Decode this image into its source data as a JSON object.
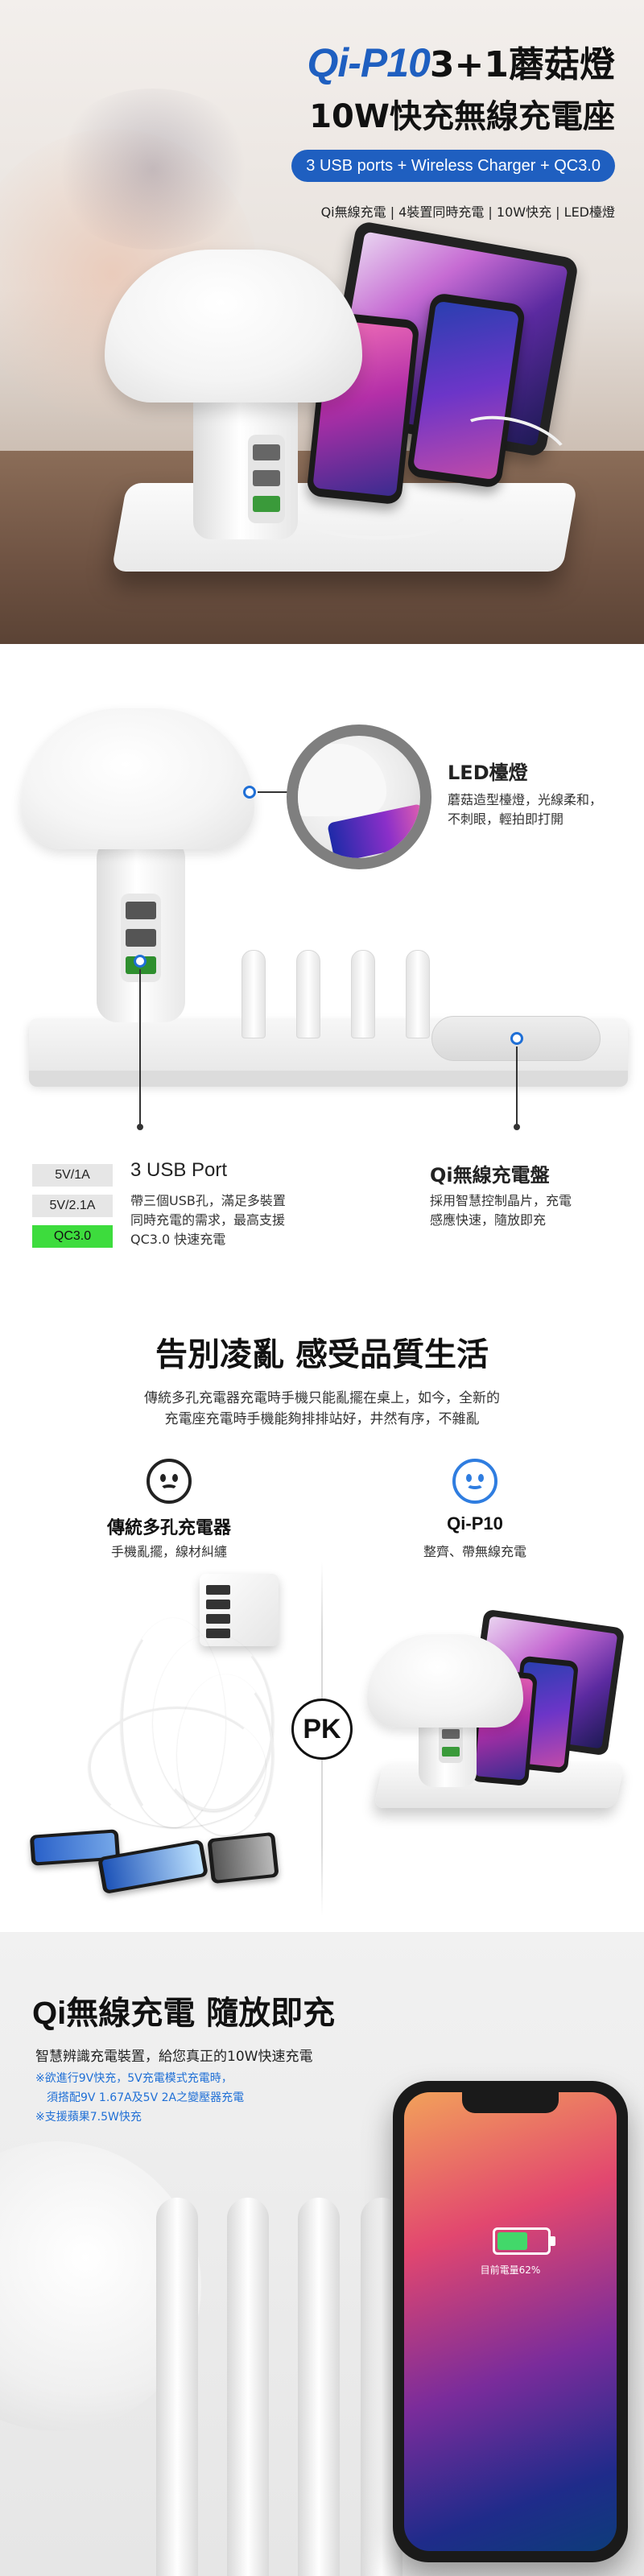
{
  "hero": {
    "brand": "Qi-P10",
    "title_suffix": "3+1蘑菇燈",
    "title_line2": "10W快充無線充電座",
    "pill": "3 USB ports + Wireless Charger + QC3.0",
    "features": "Qi無線充電 | 4裝置同時充電 | 10W快充 | LED檯燈"
  },
  "diagram": {
    "led": {
      "title": "LED檯燈",
      "text_line1": "蘑菇造型檯燈，光線柔和，",
      "text_line2": "不刺眼，輕拍即打開"
    },
    "usb": {
      "title": "3 USB Port",
      "text_line1": "帶三個USB孔，滿足多裝置",
      "text_line2": "同時充電的需求，最高支援",
      "text_line3": "QC3.0 快速充電"
    },
    "qi": {
      "title": "Qi無線充電盤",
      "text_line1": "採用智慧控制晶片，充電",
      "text_line2": "感應快速，隨放即充"
    },
    "specs": [
      "5V/1A",
      "5V/2.1A",
      "QC3.0"
    ]
  },
  "compare": {
    "title": "告別凌亂 感受品質生活",
    "sub_line1": "傳統多孔充電器充電時手機只能亂擺在桌上，如今，全新的",
    "sub_line2": "充電座充電時手機能夠排排站好，井然有序，不雜亂",
    "left_title": "傳統多孔充電器",
    "left_sub": "手機亂擺，線材糾纏",
    "right_title": "Qi-P10",
    "right_sub": "整齊、帶無線充電",
    "pk": "PK"
  },
  "wireless": {
    "title_qi": "Qi",
    "title_rest": "無線充電 隨放即充",
    "sub": "智慧辨識充電裝置，給您真正的10W快速充電",
    "note1": "※欲進行9V快充，5V充電模式充電時，",
    "note2": "　須搭配9V 1.67A及5V 2A之變壓器充電",
    "note3": "※支援蘋果7.5W快充",
    "battery_text": "目前電量62%",
    "battery_level": 0.62
  },
  "colors": {
    "brand_blue": "#1f5fc0",
    "qc_green": "#3ddc3d",
    "dot_blue": "#1f6fd6",
    "happy_blue": "#2f7de0"
  },
  "icons": [
    "sad-face-icon",
    "happy-face-icon",
    "battery-icon",
    "marker-dot-icon"
  ]
}
